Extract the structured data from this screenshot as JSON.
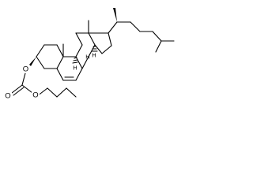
{
  "molecule": {
    "atom_labels": {
      "O1": "O",
      "O2": "O",
      "O3": "O"
    },
    "stereo_h_labels": {
      "h8": "H",
      "h9": "H",
      "h14": "H"
    },
    "colors": {
      "bond": "#000000",
      "text": "#000000",
      "background": "#ffffff"
    }
  }
}
